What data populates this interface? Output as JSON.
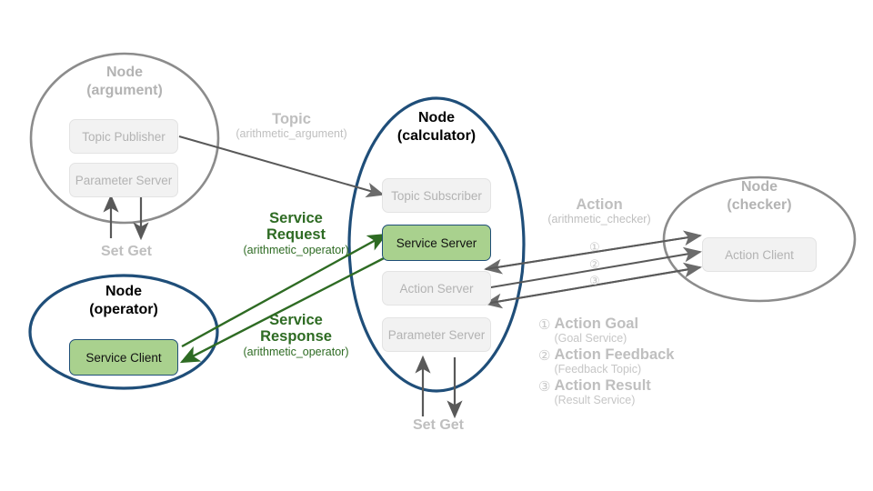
{
  "diagram": {
    "title": "ROS 2 node communication diagram",
    "colors": {
      "node_active_border": "#1f4e79",
      "node_muted_border": "#8c8c8c",
      "box_green_fill": "#a9d18e",
      "box_muted_fill": "#f2f2f2",
      "text_muted": "#bfbfbf",
      "text_green": "#2e6b23",
      "arrow_gray": "#595959",
      "arrow_green": "#2e6b23"
    }
  },
  "nodes": [
    {
      "id": "argument",
      "title_line1": "Node",
      "title_line2": "(argument)",
      "style": "muted",
      "boxes": [
        {
          "label": "Topic Publisher",
          "style": "muted"
        },
        {
          "label": "Parameter Server",
          "style": "muted"
        }
      ],
      "param_arrows_label": "Set Get"
    },
    {
      "id": "calculator",
      "title_line1": "Node",
      "title_line2": "(calculator)",
      "style": "active",
      "boxes": [
        {
          "label": "Topic Subscriber",
          "style": "muted"
        },
        {
          "label": "Service Server",
          "style": "green"
        },
        {
          "label": "Action Server",
          "style": "muted"
        },
        {
          "label": "Parameter Server",
          "style": "muted"
        }
      ],
      "param_arrows_label": "Set Get"
    },
    {
      "id": "operator",
      "title_line1": "Node",
      "title_line2": "(operator)",
      "style": "active",
      "boxes": [
        {
          "label": "Service Client",
          "style": "green"
        }
      ]
    },
    {
      "id": "checker",
      "title_line1": "Node",
      "title_line2": "(checker)",
      "style": "muted",
      "boxes": [
        {
          "label": "Action Client",
          "style": "muted"
        }
      ]
    }
  ],
  "channels": [
    {
      "id": "topic",
      "name": "Topic",
      "detail": "(arithmetic_argument)",
      "style": "gray",
      "from": "argument.Topic Publisher",
      "to": "calculator.Topic Subscriber"
    },
    {
      "id": "service-request",
      "name_line1": "Service",
      "name_line2": "Request",
      "detail": "(arithmetic_operator)",
      "style": "green",
      "from": "operator.Service Client",
      "to": "calculator.Service Server"
    },
    {
      "id": "service-response",
      "name_line1": "Service",
      "name_line2": "Response",
      "detail": "(arithmetic_operator)",
      "style": "green",
      "from": "calculator.Service Server",
      "to": "operator.Service Client"
    },
    {
      "id": "action",
      "name": "Action",
      "detail": "(arithmetic_checker)",
      "style": "gray",
      "from": "checker.Action Client",
      "to": "calculator.Action Server"
    }
  ],
  "action_line_numbers": [
    "①",
    "②",
    "③"
  ],
  "legend": [
    {
      "num": "①",
      "title": "Action Goal",
      "sub": "(Goal Service)"
    },
    {
      "num": "②",
      "title": "Action Feedback",
      "sub": "(Feedback Topic)"
    },
    {
      "num": "③",
      "title": "Action Result",
      "sub": "(Result Service)"
    }
  ],
  "setget": {
    "label": "Set Get"
  }
}
